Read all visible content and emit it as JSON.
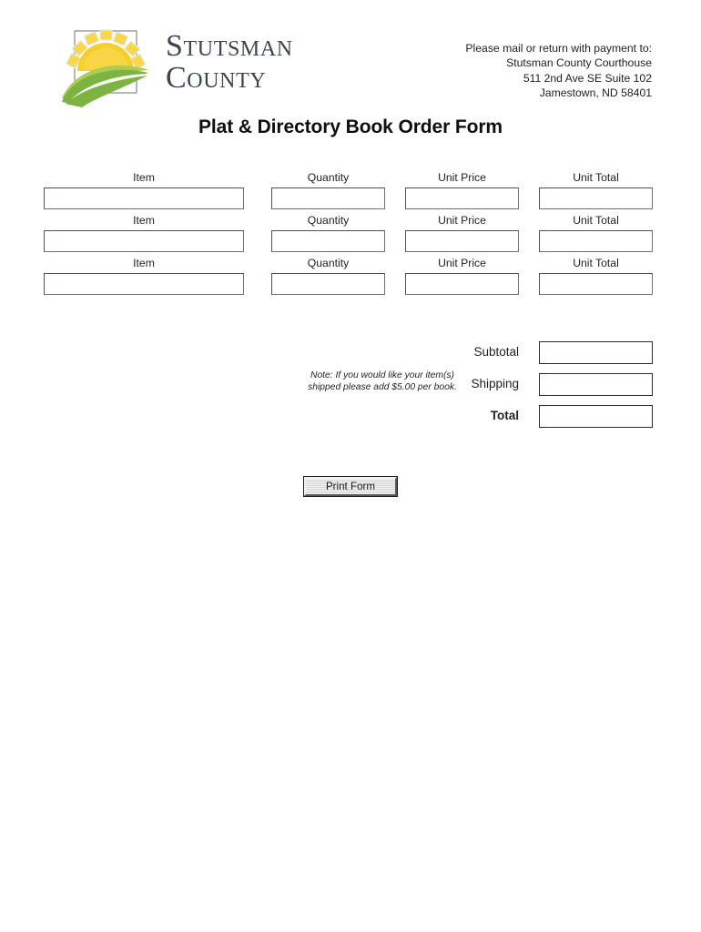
{
  "document": {
    "title": "Plat & Directory Book Order Form"
  },
  "header": {
    "logo": {
      "icon_name": "stutsman-county-sun-hills-logo",
      "county_outline_color": "#8d8d8d",
      "sun_color": "#f6cf2e",
      "sun_ray_color": "#f7d84a",
      "hill_front_color": "#7cb342",
      "hill_back_color": "#aecc52"
    },
    "wordmark": {
      "line1": "Stutsman",
      "line2": "County",
      "color": "#3d4451"
    },
    "mailing": {
      "line1": "Please mail or return with payment to:",
      "line2": "Stutsman County Courthouse",
      "line3": "511 2nd Ave SE Suite 102",
      "line4": "Jamestown, ND 58401"
    }
  },
  "order_table": {
    "columns": {
      "item": "Item",
      "quantity": "Quantity",
      "unit_price": "Unit Price",
      "unit_total": "Unit Total"
    },
    "rows": [
      {
        "labels": {
          "item": "Item",
          "quantity": "Quantity",
          "unit_price": "Unit Price",
          "unit_total": "Unit Total"
        },
        "values": {
          "item": "",
          "quantity": "",
          "unit_price": "",
          "unit_total": ""
        }
      },
      {
        "labels": {
          "item": "Item",
          "quantity": "Quantity",
          "unit_price": "Unit Price",
          "unit_total": "Unit Total"
        },
        "values": {
          "item": "",
          "quantity": "",
          "unit_price": "",
          "unit_total": ""
        }
      },
      {
        "labels": {
          "item": "Item",
          "quantity": "Quantity",
          "unit_price": "Unit Price",
          "unit_total": "Unit Total"
        },
        "values": {
          "item": "",
          "quantity": "",
          "unit_price": "",
          "unit_total": ""
        }
      }
    ]
  },
  "totals": {
    "subtotal": {
      "label": "Subtotal",
      "value": ""
    },
    "shipping": {
      "label": "Shipping",
      "value": ""
    },
    "total": {
      "label": "Total",
      "value": ""
    }
  },
  "shipping_note": {
    "line1": "Note: If you would like your item(s)",
    "line2": "shipped please add $5.00 per book."
  },
  "actions": {
    "print_form": "Print Form"
  }
}
